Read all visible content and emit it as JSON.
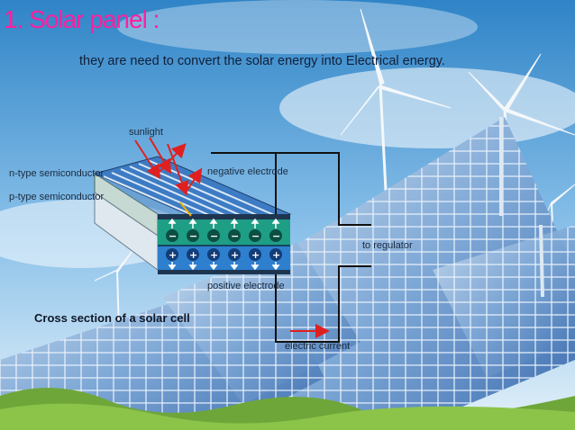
{
  "slide": {
    "title": "1. Solar panel :",
    "subtitle": "they are need to convert the solar energy into Electrical energy."
  },
  "diagram": {
    "labels": {
      "sunlight": "sunlight",
      "n_type": "n-type semiconductor",
      "p_type": "p-type semiconductor",
      "negative_electrode": "negative electrode",
      "positive_electrode": "positive electrode",
      "to_regulator": "to regulator",
      "caption": "Cross section of a solar cell",
      "electric_current": "electric current"
    },
    "charges": {
      "n_layer_symbol": "−",
      "p_layer_symbol": "+",
      "count_per_layer": 6
    },
    "icons": [
      "sunlight-ray-arrows",
      "electron-arrows",
      "current-arrow"
    ]
  },
  "colors": {
    "title": "#ff1fa0",
    "sky_top": "#2f84c7",
    "sky_bottom": "#cfe6f5",
    "panel_cell": "#2f6fb8",
    "n_layer": "#1f9e86",
    "p_layer": "#2f7fcf",
    "arrow_red": "#e02020",
    "grass": "#6ea63a"
  }
}
